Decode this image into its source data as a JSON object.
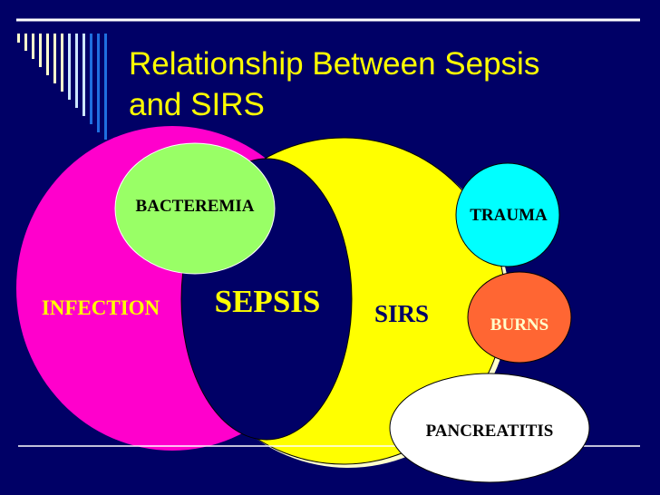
{
  "slide": {
    "title_line1": "Relationship Between Sepsis",
    "title_line2": "and SIRS"
  },
  "diagram": {
    "infection": {
      "label": "INFECTION",
      "color": "#FF00CC"
    },
    "sirs": {
      "label": "SIRS",
      "color": "#FFFF00"
    },
    "sepsis": {
      "label": "SEPSIS",
      "color": "#000066"
    },
    "bacteremia": {
      "label": "BACTEREMIA",
      "color": "#99FF66"
    },
    "trauma": {
      "label": "TRAUMA",
      "color": "#00FFFF"
    },
    "burns": {
      "label": "BURNS",
      "color": "#FF6633"
    },
    "pancreatitis": {
      "label": "PANCREATITIS",
      "color": "#FFFFFF"
    }
  }
}
